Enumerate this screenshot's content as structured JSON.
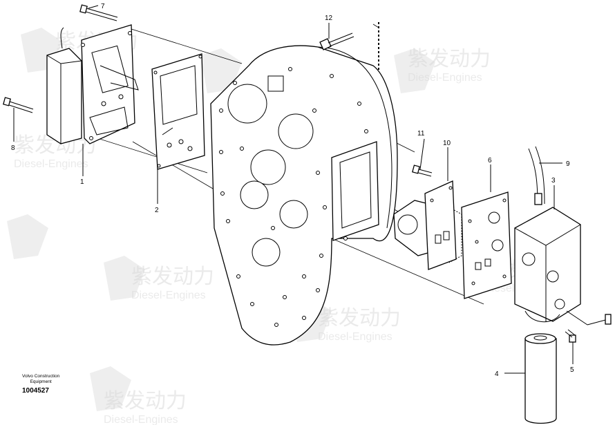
{
  "figure": {
    "caption_line1": "Volvo Construction",
    "caption_line2": "Equipment",
    "figure_number": "1004527"
  },
  "watermark": {
    "brand": "紫发动力",
    "sub": "Diesel-Engines"
  },
  "callouts": [
    {
      "id": "1",
      "label": "1"
    },
    {
      "id": "2",
      "label": "2"
    },
    {
      "id": "3",
      "label": "3"
    },
    {
      "id": "4",
      "label": "4"
    },
    {
      "id": "5",
      "label": "5"
    },
    {
      "id": "6",
      "label": "6"
    },
    {
      "id": "7",
      "label": "7"
    },
    {
      "id": "8",
      "label": "8"
    },
    {
      "id": "9",
      "label": "9"
    },
    {
      "id": "10",
      "label": "10"
    },
    {
      "id": "11",
      "label": "11"
    },
    {
      "id": "12",
      "label": "12"
    }
  ]
}
